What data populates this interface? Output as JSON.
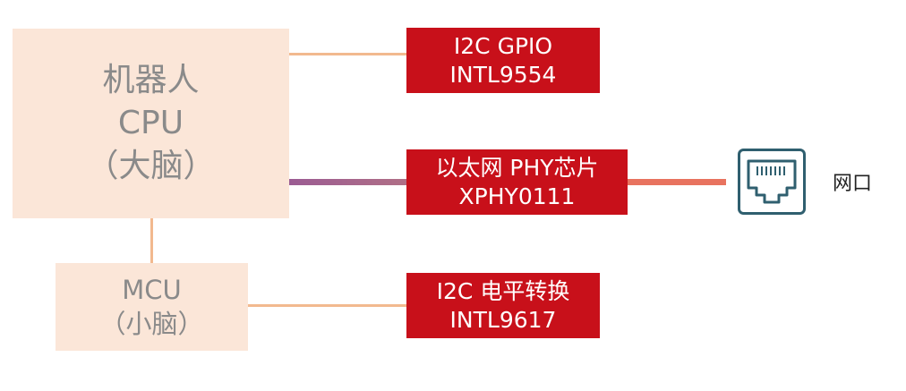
{
  "cpu": {
    "line1": "机器人",
    "line2": "CPU",
    "line3": "（大脑）"
  },
  "mcu": {
    "line1": "MCU",
    "line2": "（小脑）"
  },
  "chips": [
    {
      "line1": "I2C GPIO",
      "line2": "INTL9554"
    },
    {
      "line1": "以太网 PHY芯片",
      "line2": "XPHY0111"
    },
    {
      "line1": "I2C 电平转换",
      "line2": "INTL9617"
    }
  ],
  "port": {
    "label": "网口",
    "icon": "ethernet-port-icon"
  },
  "colors": {
    "peach_box": "#fbe6d8",
    "red_box": "#c8101a",
    "peach_line": "#f2b98f",
    "purple_line": "#9b5c93",
    "coral_line": "#e8735f",
    "icon_frame": "#2f5f6f"
  }
}
